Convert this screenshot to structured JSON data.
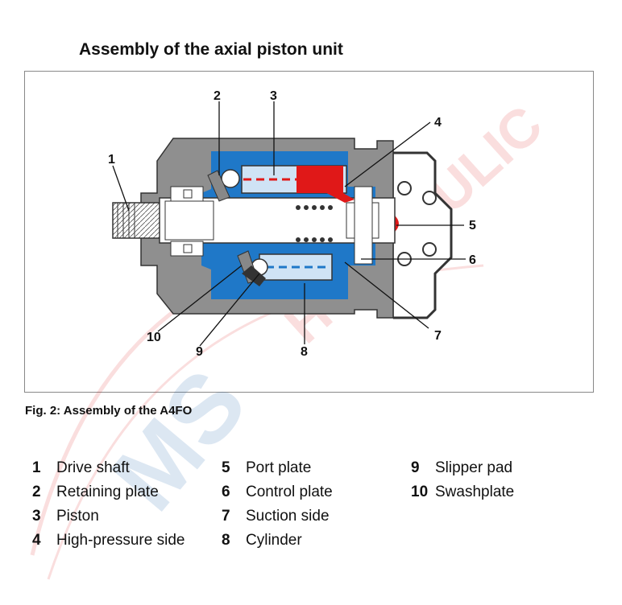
{
  "title": "Assembly of the axial piston unit",
  "caption": "Fig. 2: Assembly of the A4FO",
  "watermark": {
    "text": "HYDRAULIC",
    "logo_text": "MS",
    "color": "#e23b3b"
  },
  "callouts": [
    "1",
    "2",
    "3",
    "4",
    "5",
    "6",
    "7",
    "8",
    "9",
    "10"
  ],
  "legend": [
    {
      "num": "1",
      "label": "Drive shaft"
    },
    {
      "num": "2",
      "label": "Retaining plate"
    },
    {
      "num": "3",
      "label": "Piston"
    },
    {
      "num": "4",
      "label": "High-pressure side"
    },
    {
      "num": "5",
      "label": "Port plate"
    },
    {
      "num": "6",
      "label": "Control plate"
    },
    {
      "num": "7",
      "label": "Suction side"
    },
    {
      "num": "8",
      "label": "Cylinder"
    },
    {
      "num": "9",
      "label": "Slipper pad"
    },
    {
      "num": "10",
      "label": "Swashplate"
    }
  ],
  "colors": {
    "housing": "#8f8f8f",
    "oil_blue": "#1f78c8",
    "high_pressure_red": "#e01818",
    "light_blue": "#cfe3f5"
  }
}
